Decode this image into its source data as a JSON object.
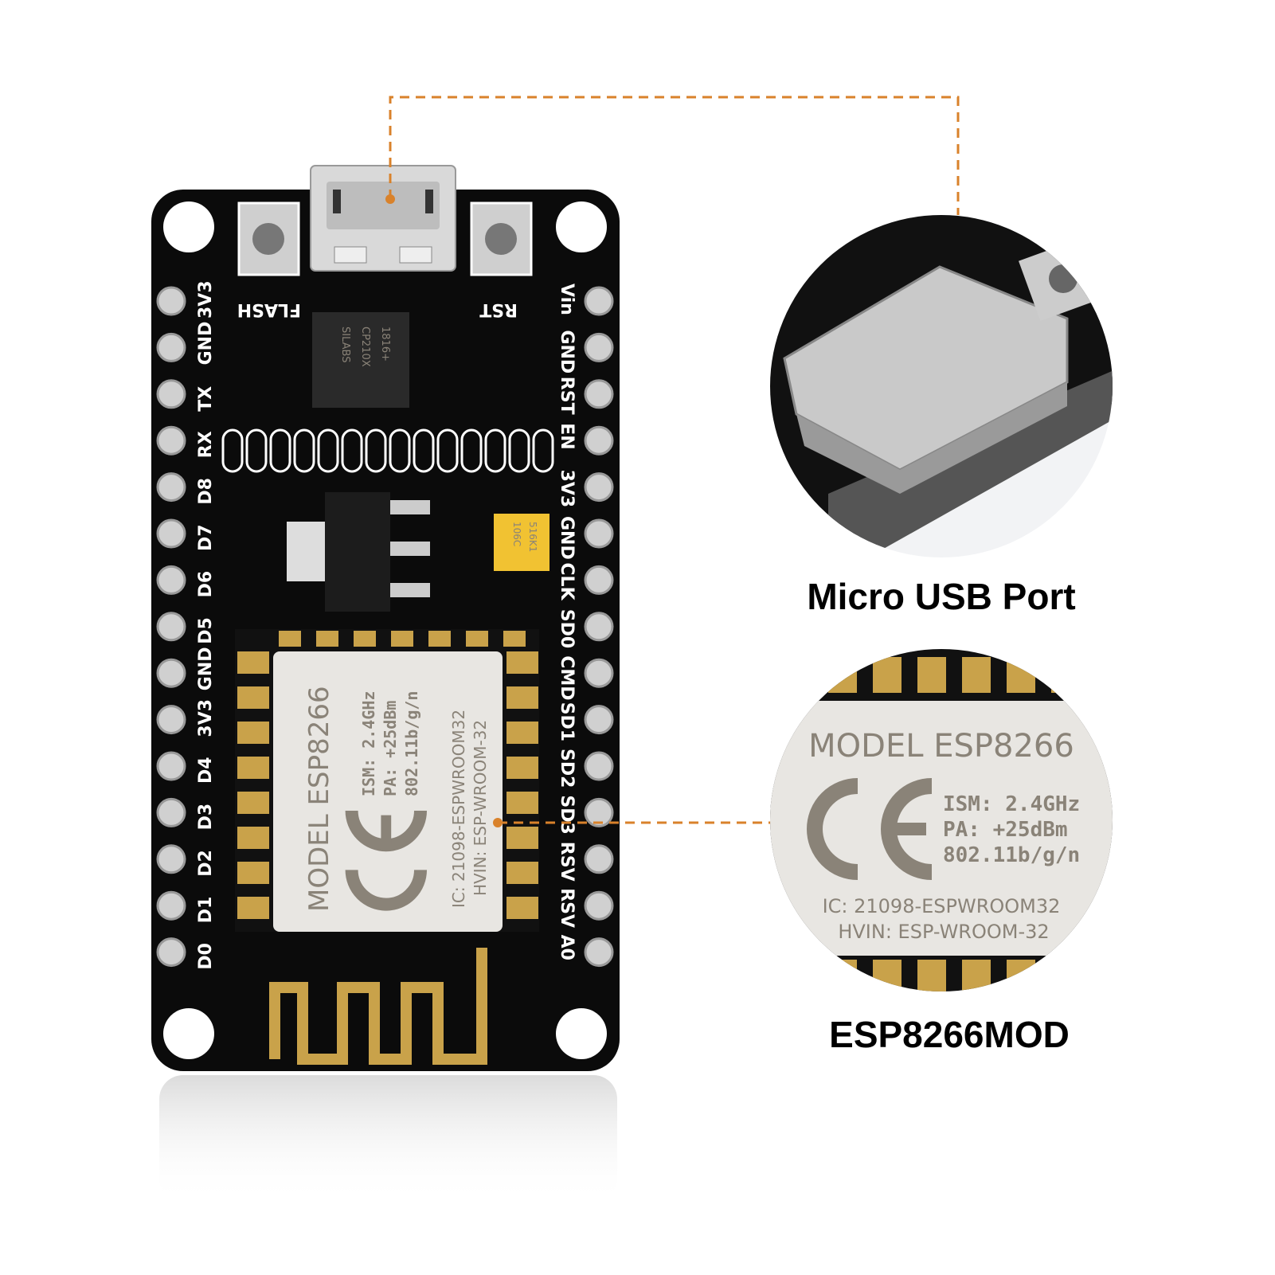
{
  "board": {
    "buttons": {
      "flash": "FLASH",
      "reset": "RST"
    },
    "left_pins": [
      "3V3",
      "GND",
      "TX",
      "RX",
      "D8",
      "D7",
      "D6",
      "D5",
      "GND",
      "3V3",
      "D4",
      "D3",
      "D2",
      "D1",
      "D0"
    ],
    "right_pins": [
      "Vin",
      "GND",
      "RST",
      "EN",
      "3V3",
      "GND",
      "CLK",
      "SD0",
      "CMD",
      "SD1",
      "SD2",
      "SD3",
      "RSV",
      "RSV",
      "A0"
    ],
    "chip_text": [
      "SILABS",
      "CP210X",
      "1816+"
    ],
    "capacitor_text": [
      "106C",
      "516K1"
    ],
    "module": {
      "model": "MODEL ESP8266",
      "ism": "ISM: 2.4GHz",
      "pa": "PA:  +25dBm",
      "wifi": "802.11b/g/n",
      "ic": "IC: 21098-ESPWROOM32",
      "hvin": "HVIN: ESP-WROOM-32",
      "mark": "CE"
    }
  },
  "callouts": {
    "usb_label": "Micro USB Port",
    "module_label": "ESP8266MOD"
  },
  "colors": {
    "pcb": "#0b0b0b",
    "leader": "#d9822b",
    "gold": "#c9a24a",
    "shield": "#e8e6e2"
  }
}
